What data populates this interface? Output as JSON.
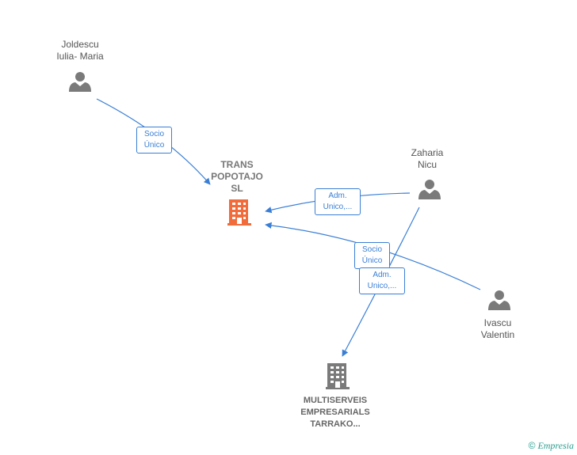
{
  "nodes": {
    "joldescu": {
      "line1": "Joldescu",
      "line2": "Iulia- Maria"
    },
    "zaharia": {
      "line1": "Zaharia",
      "line2": "Nicu"
    },
    "ivascu": {
      "line1": "Ivascu",
      "line2": "Valentin"
    },
    "trans": {
      "line1": "TRANS",
      "line2": "POPOTAJO",
      "line3": "SL"
    },
    "multi": {
      "line1": "MULTISERVEIS",
      "line2": "EMPRESARIALS",
      "line3": "TARRAKO..."
    }
  },
  "edges": {
    "joldescu_trans": {
      "line1": "Socio",
      "line2": "Único"
    },
    "zaharia_trans": {
      "line1": "Adm.",
      "line2": "Unico,..."
    },
    "ivascu_trans": {
      "line1": "Socio",
      "line2": "Único"
    },
    "zaharia_multi": {
      "line1": "Adm.",
      "line2": "Unico,..."
    }
  },
  "colors": {
    "edge": "#3a7fd5",
    "person": "#7a7a7a",
    "main_company": "#f26b3a",
    "company": "#7a7a7a"
  },
  "footer": {
    "copyright": "©",
    "brand": "Empresia"
  }
}
